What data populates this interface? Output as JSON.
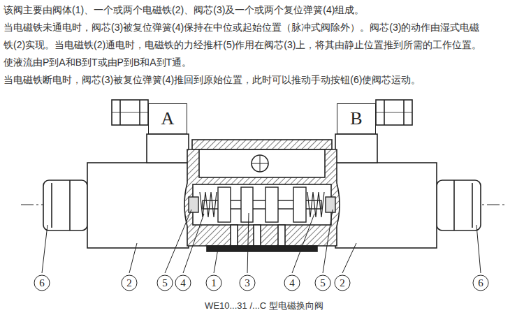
{
  "diagram": {
    "caption": "WE10...31 /...C 型电磁换向阀",
    "nodes": [
      {
        "text": [
          "A"
        ]
      },
      {
        "text": [
          "B"
        ]
      }
    ],
    "labels": [
      "该阀主要由阀体(1)、一个或两个电磁铁(2)、阀芯(3)及一个或两个复位弹簧(4)组成。",
      "当电磁铁未通电时，阀芯(3)被复位弹簧(4)保持在中位或起始位置（脉冲式阀除外）。阀芯(3)的动作由湿式电磁",
      "铁(2)实现。当电磁铁(2)通电时，电磁铁的力经推杆(5)作用在阀芯(3)上，将其由静止位置推到所需的工作位置。",
      "使液流由P到A和B到T或由P到B和A到T通。",
      "当电磁铁断电时，阀芯(3)被复位弹簧(4)推回到原始位置，此时可以推动手动按钮(6)使阀芯运动。",
      "6",
      "2",
      "5",
      "4",
      "1",
      "3",
      "4",
      "5",
      "2",
      "6"
    ]
  }
}
